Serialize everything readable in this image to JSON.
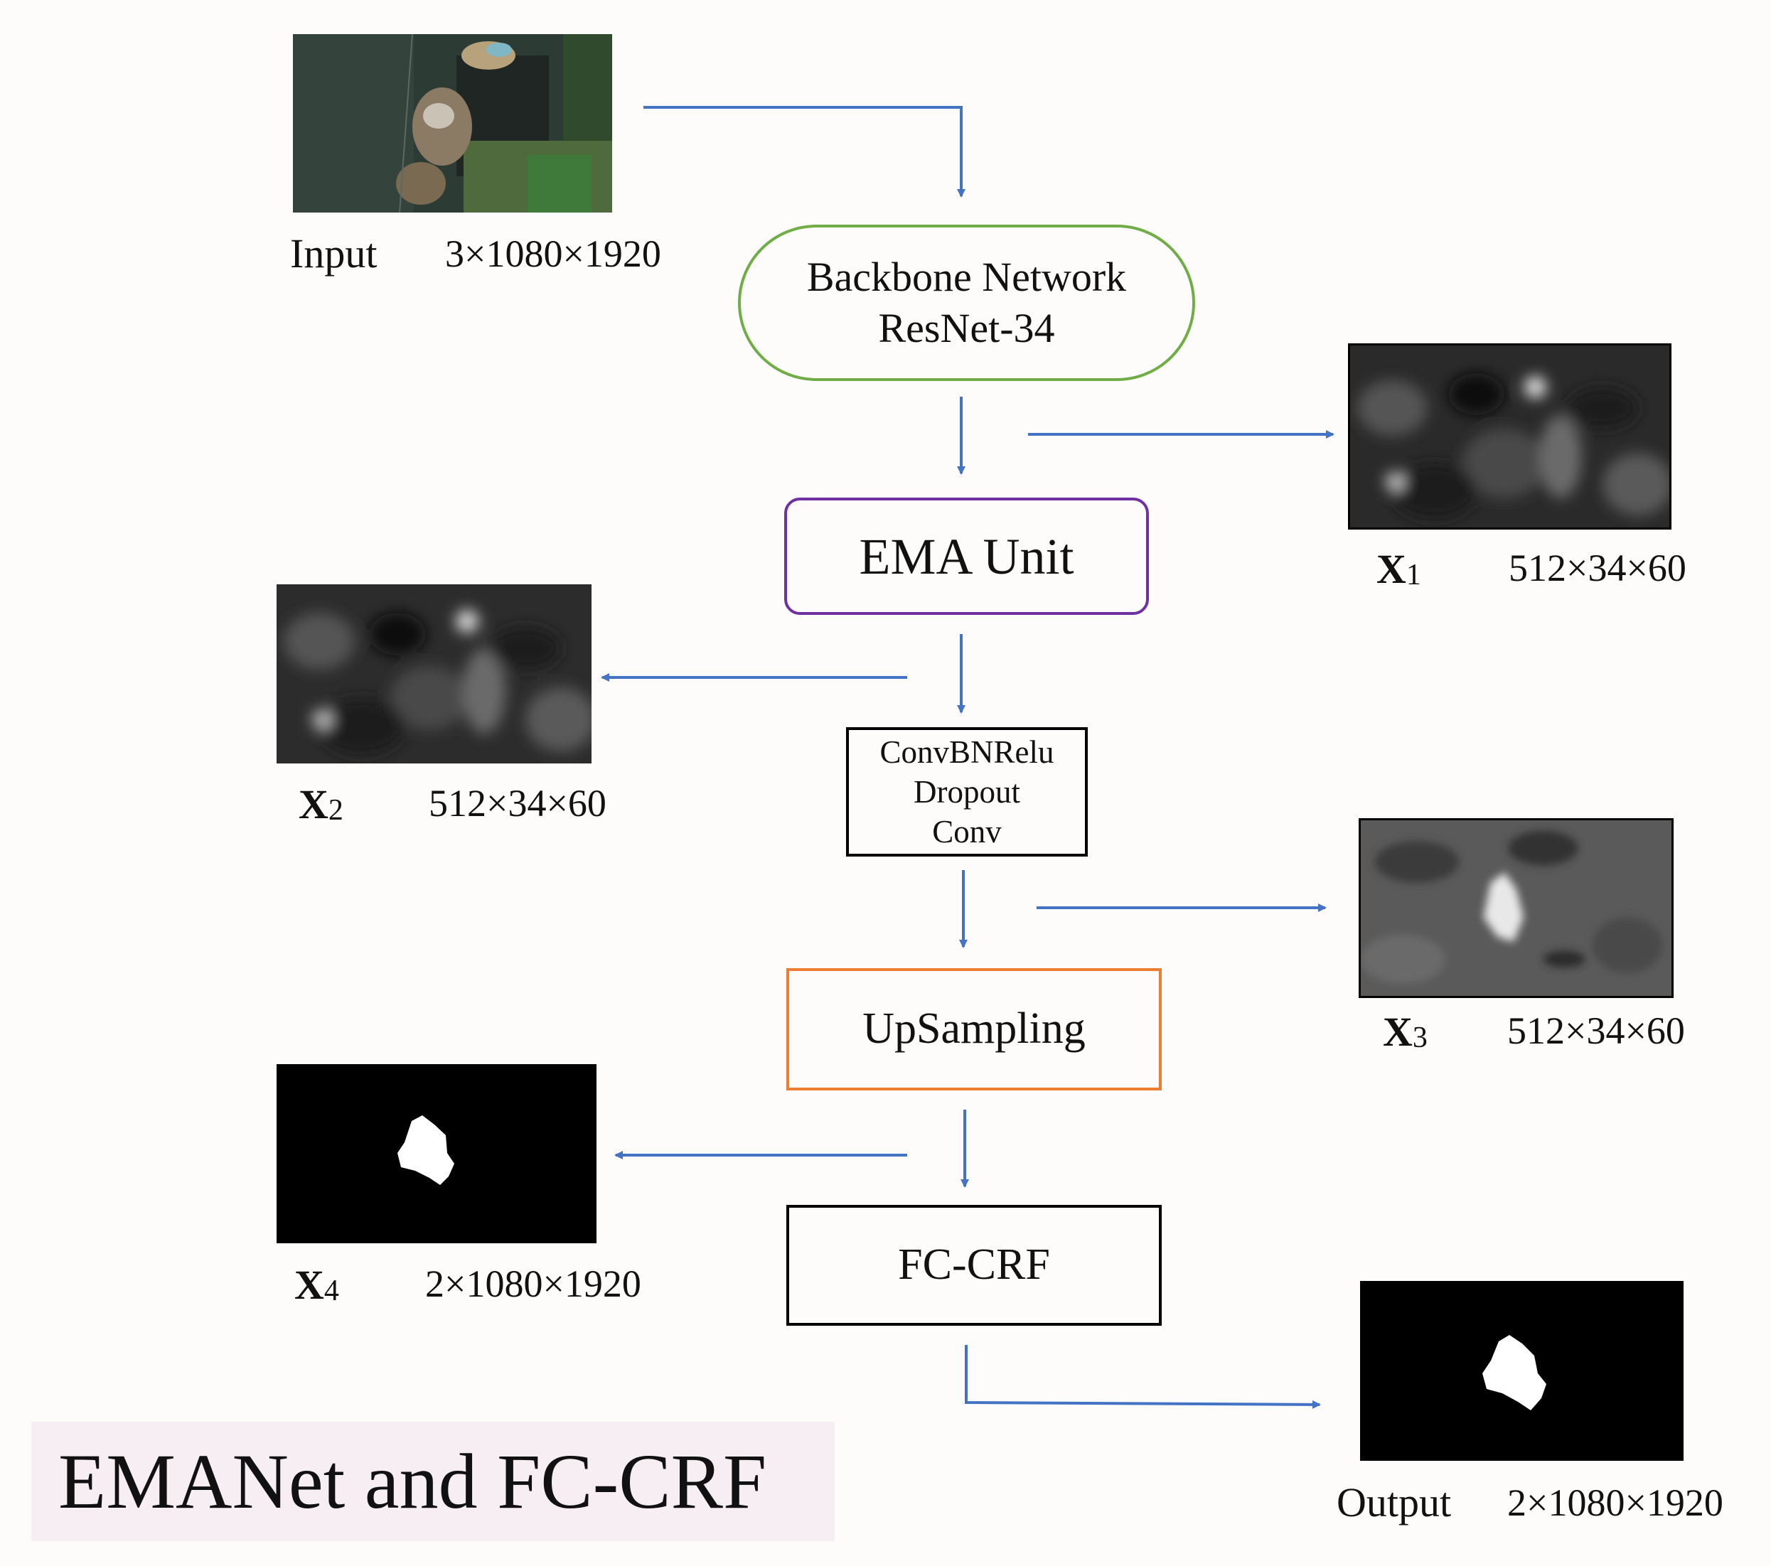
{
  "title": "EMANet and FC-CRF",
  "input": {
    "label": "Input",
    "dims": "3×1080×1920"
  },
  "nodes": {
    "backbone": [
      "Backbone Network",
      "ResNet-34"
    ],
    "ema": "EMA Unit",
    "conv": [
      "ConvBNRelu",
      "Dropout",
      "Conv"
    ],
    "upsampling": "UpSampling",
    "fccrf": "FC-CRF"
  },
  "features": [
    {
      "symbol": "X",
      "sub": "1",
      "dims": "512×34×60"
    },
    {
      "symbol": "X",
      "sub": "2",
      "dims": "512×34×60"
    },
    {
      "symbol": "X",
      "sub": "3",
      "dims": "512×34×60"
    },
    {
      "symbol": "X",
      "sub": "4",
      "dims": "2×1080×1920"
    }
  ],
  "output": {
    "label": "Output",
    "dims": "2×1080×1920"
  },
  "colors": {
    "arrow": "#4472c4",
    "backbone_border": "#70ad47",
    "ema_border": "#7030a0",
    "upsampling_border": "#ed7d31",
    "box_border": "#000000",
    "title_bg": "#f6eef3"
  }
}
